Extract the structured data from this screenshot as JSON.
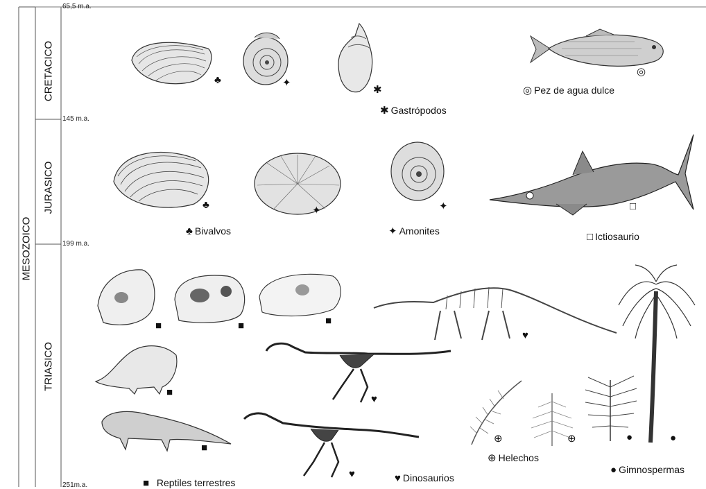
{
  "era": "MESOZOICO",
  "periods": [
    {
      "name": "CRETACICO",
      "top_age": "65,5 m.a."
    },
    {
      "name": "JURASICO",
      "top_age": "145 m.a."
    },
    {
      "name": "TRIASICO",
      "top_age": "199 m.a.",
      "bottom_age": "251m.a."
    }
  ],
  "legend": {
    "gastropodos": {
      "symbol": "✱",
      "label": "Gastrópodos"
    },
    "pez": {
      "symbol": "◎",
      "label": "Pez de agua dulce"
    },
    "bivalvos": {
      "symbol": "♣",
      "label": " Bivalvos"
    },
    "amonites": {
      "symbol": "✦",
      "label": " Amonites"
    },
    "ictiosaurio": {
      "symbol": "□",
      "label": "Ictiosaurio"
    },
    "reptiles": {
      "symbol": "■",
      "label": "  Reptiles terrestres"
    },
    "dinosaurios": {
      "symbol": "♥",
      "label": "Dinosaurios"
    },
    "helechos": {
      "symbol": "⊕",
      "label": "Helechos"
    },
    "gimnospermas": {
      "symbol": "●",
      "label": "Gimnospermas"
    }
  },
  "markers": {
    "club": "♣",
    "star": "✦",
    "asterisk": "✱",
    "ring": "◎",
    "square_open": "□",
    "square": "■",
    "heart": "♥",
    "crosscircle": "⊕",
    "dot": "●"
  }
}
